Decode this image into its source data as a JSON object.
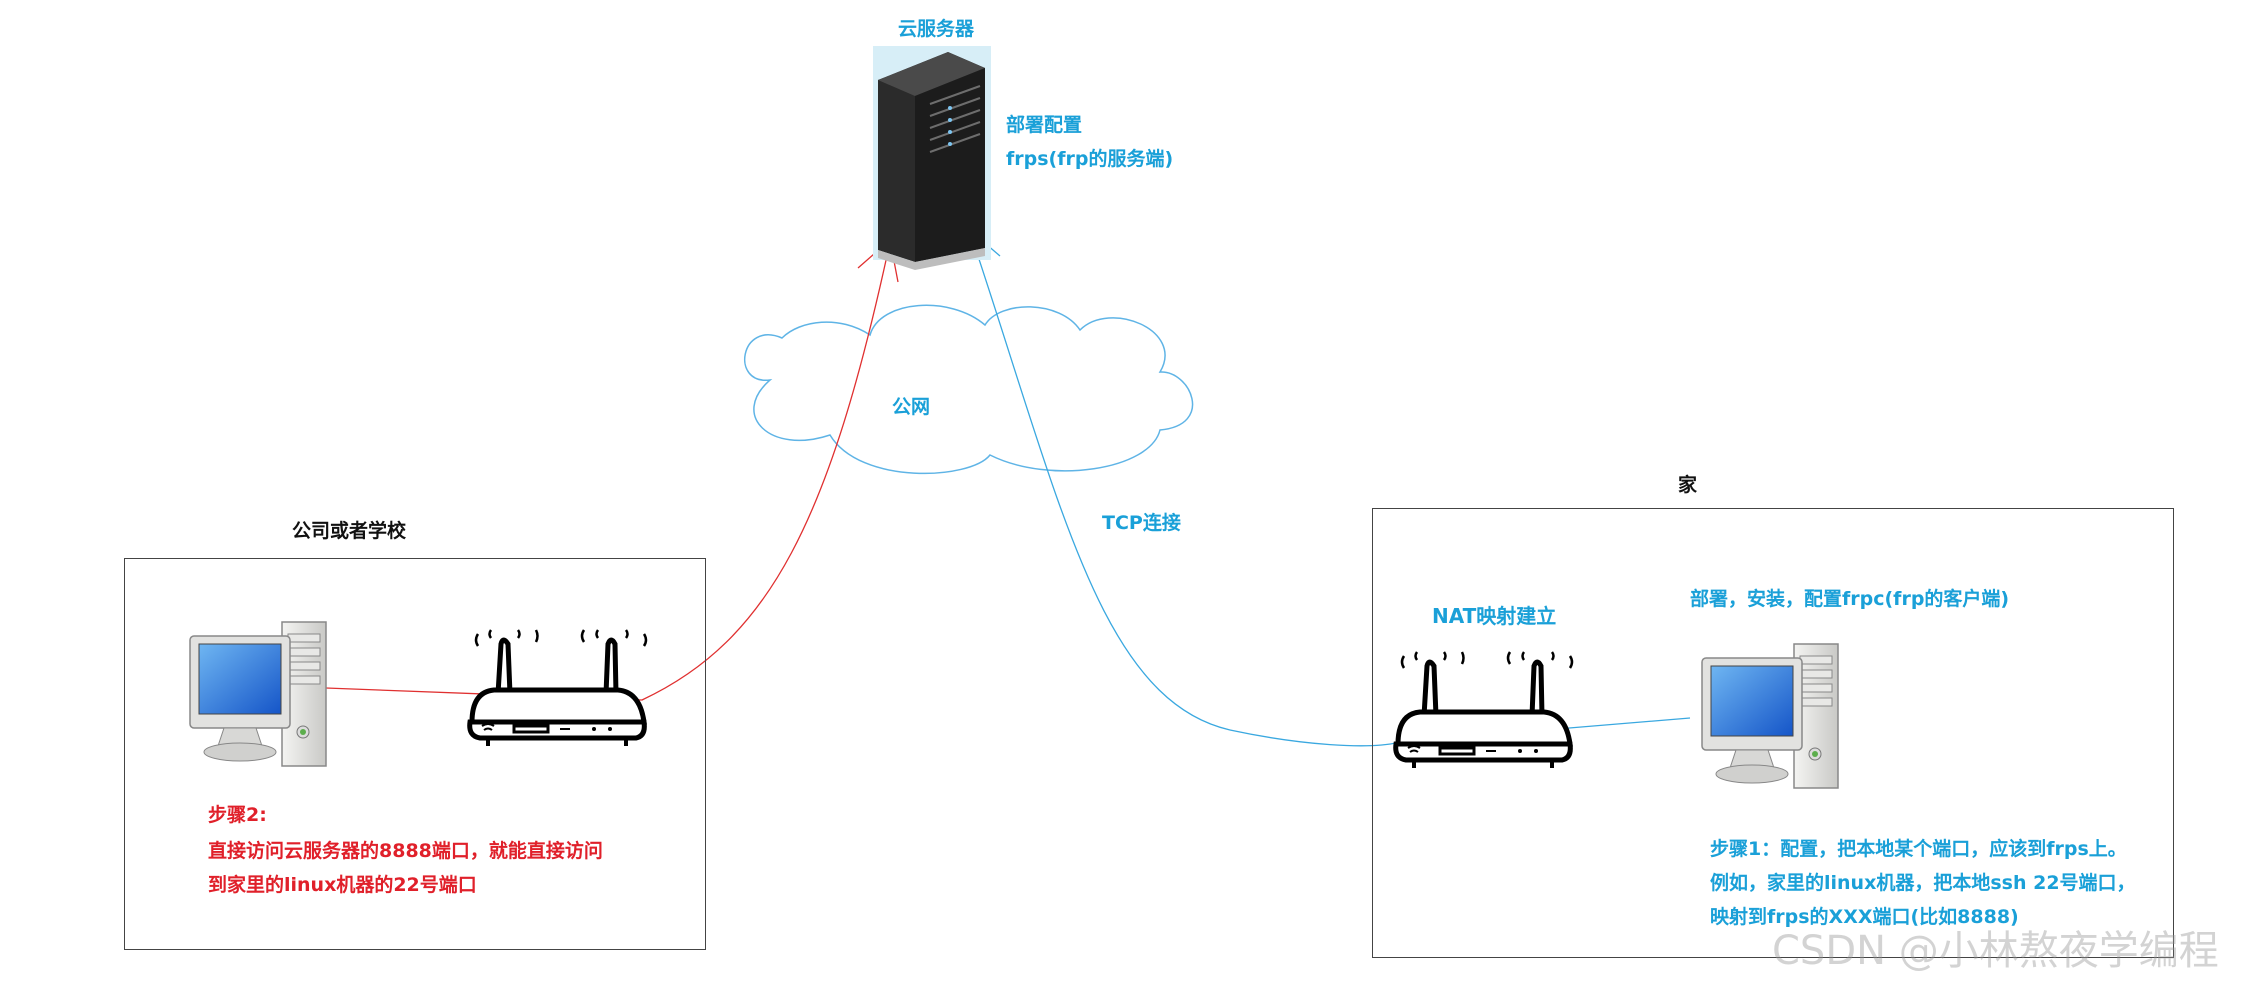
{
  "server": {
    "title": "云服务器",
    "note_line1": "部署配置",
    "note_line2": "frps(frp的服务端)"
  },
  "internet": {
    "label": "公网"
  },
  "tcp": {
    "label": "TCP连接"
  },
  "office": {
    "title": "公司或者学校",
    "step_line1": "步骤2:",
    "step_line2": "直接访问云服务器的8888端口，就能直接访问",
    "step_line3": "到家里的linux机器的22号端口"
  },
  "home": {
    "title": "家",
    "nat_label": "NAT映射建立",
    "deploy_label": "部署，安装，配置frpc(frp的客户端)",
    "step_line1": "步骤1：配置，把本地某个端口，应该到frps上。",
    "step_line2": "例如，家里的linux机器，把本地ssh 22号端口，",
    "step_line3": "映射到frps的XXX端口(比如8888)"
  },
  "watermark": "CSDN @小林熬夜学编程",
  "colors": {
    "blue": "#1aa0d8",
    "red": "#e0202a"
  }
}
